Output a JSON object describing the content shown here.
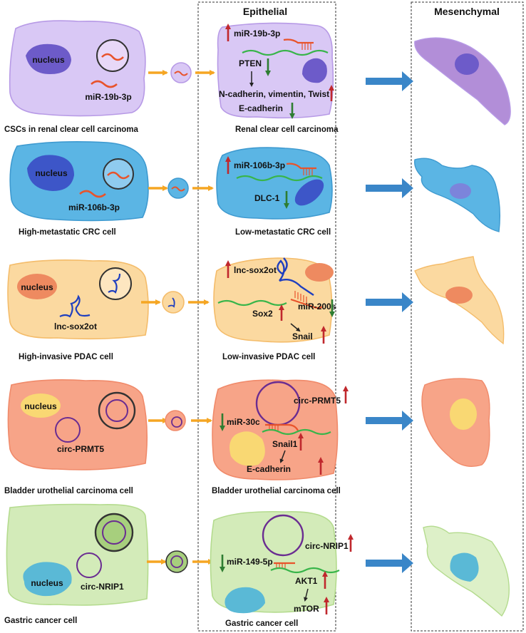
{
  "headers": {
    "epithelial": "Epithelial",
    "mesenchymal": "Mesenchymal"
  },
  "colors": {
    "orange_arrow": "#F5A623",
    "blue_arrow": "#3A86C8",
    "up_arrow": "#C0282D",
    "down_arrow": "#2E7D32",
    "rna_red": "#E8532B",
    "rna_green": "#38B54A",
    "lnc_blue": "#1F3FBF",
    "circ_purple": "#6A2C91"
  },
  "rows": [
    {
      "id": "renal",
      "source": {
        "caption": "CSCs in renal clear cell carcinoma",
        "nucleus": "nucleus",
        "molecule": "miR-19b-3p"
      },
      "target": {
        "caption": "Renal clear cell carcinoma",
        "labels": [
          "miR-19b-3p",
          "PTEN",
          "N-cadherin, vimentin, Twist",
          "E-cadherin"
        ]
      },
      "colors": {
        "fill": "#D9C8F5",
        "stroke": "#B79AE6",
        "nucleus": "#6D5BC9",
        "mes": "#B28ED8"
      }
    },
    {
      "id": "crc",
      "source": {
        "caption": "High-metastatic CRC cell",
        "nucleus": "nucleus",
        "molecule": "miR-106b-3p"
      },
      "target": {
        "caption": "Low-metastatic CRC cell",
        "labels": [
          "miR-106b-3p",
          "DLC-1"
        ]
      },
      "colors": {
        "fill": "#5BB5E4",
        "stroke": "#3E9AD0",
        "nucleus": "#3D56C8",
        "mes": "#5BB5E4"
      }
    },
    {
      "id": "pdac",
      "source": {
        "caption": "High-invasive PDAC cell",
        "nucleus": "nucleus",
        "molecule": "lnc-sox2ot"
      },
      "target": {
        "caption": "Low-invasive PDAC cell",
        "labels": [
          "lnc-sox2ot",
          "miR-200s",
          "Sox2",
          "Snail"
        ]
      },
      "colors": {
        "fill": "#FBD9A0",
        "stroke": "#F4BC6A",
        "nucleus": "#EE8A60",
        "mes": "#FBD9A0"
      }
    },
    {
      "id": "bladder",
      "source": {
        "caption": "Bladder urothelial carcinoma cell",
        "nucleus": "nucleus",
        "molecule": "circ-PRMT5"
      },
      "target": {
        "caption": "Bladder urothelial carcinoma cell",
        "labels": [
          "circ-PRMT5",
          "miR-30c",
          "Snail1",
          "E-cadherin"
        ]
      },
      "colors": {
        "fill": "#F7A488",
        "stroke": "#F08A6A",
        "nucleus": "#F9D873",
        "mes": "#F7A488"
      }
    },
    {
      "id": "gastric",
      "source": {
        "caption": "Gastric cancer cell",
        "nucleus": "nucleus",
        "molecule": "circ-NRIP1"
      },
      "target": {
        "caption": "Gastric cancer cell",
        "labels": [
          "circ-NRIP1",
          "miR-149-5p",
          "AKT1",
          "mTOR"
        ]
      },
      "colors": {
        "fill": "#D3EBB9",
        "stroke": "#B4DB8E",
        "nucleus": "#5AB9D6",
        "mes": "#DDF0C8"
      }
    }
  ]
}
